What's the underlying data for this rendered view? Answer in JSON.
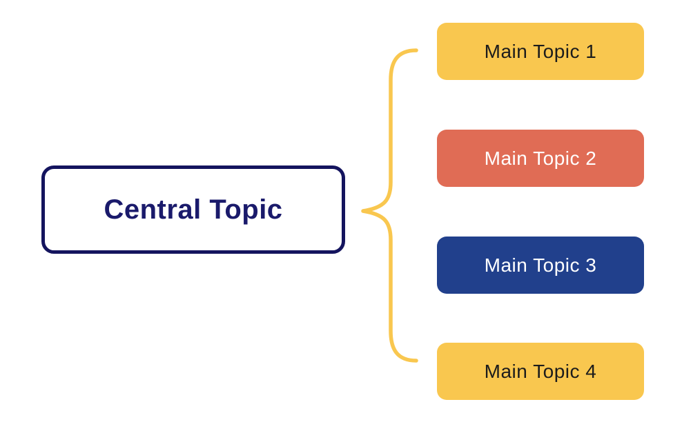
{
  "diagram": {
    "type": "mind-map",
    "background": "#ffffff",
    "central": {
      "label": "Central Topic",
      "bg": "#ffffff",
      "border_color": "#14145E",
      "text_color": "#1A1A6B"
    },
    "topics": [
      {
        "label": "Main Topic 1",
        "bg": "#F9C74F",
        "text_color": "#1C1C1C"
      },
      {
        "label": "Main Topic 2",
        "bg": "#E06C55",
        "text_color": "#FFFFFF"
      },
      {
        "label": "Main Topic 3",
        "bg": "#21408C",
        "text_color": "#FFFFFF"
      },
      {
        "label": "Main Topic 4",
        "bg": "#F9C74F",
        "text_color": "#1C1C1C"
      }
    ],
    "connector": {
      "shape": "curly-brace",
      "color": "#F9C74F"
    }
  }
}
